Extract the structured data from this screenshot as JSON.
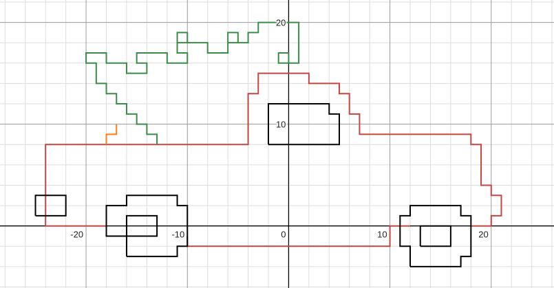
{
  "chart_data": {
    "type": "line",
    "title": "",
    "xlabel": "",
    "ylabel": "",
    "xlim": [
      -28.5,
      26.2
    ],
    "ylim": [
      -6.1,
      22.2
    ],
    "grid": true,
    "minor_grid_step": 2,
    "major_grid_step": 10,
    "x_ticks": [
      {
        "value": -20,
        "label": "-20"
      },
      {
        "value": -10,
        "label": "-10"
      },
      {
        "value": 0,
        "label": "0"
      },
      {
        "value": 10,
        "label": "10"
      },
      {
        "value": 20,
        "label": "20"
      }
    ],
    "y_ticks": [
      {
        "value": 10,
        "label": "10"
      },
      {
        "value": 20,
        "label": "20"
      }
    ],
    "colors": {
      "red": "#c74440",
      "black": "#000000",
      "green": "#388c46",
      "orange": "#fa7e19",
      "major_grid": "#9a9a9a",
      "minor_grid": "#dddddd",
      "axis": "#000000"
    },
    "series": [
      {
        "color": "red",
        "points": [
          [
            -22,
            0
          ],
          [
            -24,
            0
          ],
          [
            -24,
            1
          ],
          [
            -24,
            2
          ],
          [
            -24,
            3
          ],
          [
            -24,
            4
          ],
          [
            -24,
            5
          ],
          [
            -24,
            6
          ],
          [
            -24,
            7
          ],
          [
            -24,
            8
          ],
          [
            -4,
            8
          ],
          [
            -4,
            13
          ],
          [
            -3,
            13
          ],
          [
            -3,
            15
          ],
          [
            2,
            15
          ],
          [
            2,
            14
          ],
          [
            5,
            14
          ],
          [
            5,
            13
          ],
          [
            6,
            13
          ],
          [
            6,
            11
          ],
          [
            7,
            11
          ],
          [
            7,
            9
          ],
          [
            18,
            9
          ],
          [
            18,
            8
          ],
          [
            19,
            8
          ],
          [
            19,
            4
          ],
          [
            20,
            4
          ],
          [
            20,
            3
          ],
          [
            21,
            3
          ],
          [
            21,
            1
          ],
          [
            20,
            1
          ],
          [
            20,
            0
          ],
          [
            18,
            0
          ]
        ]
      },
      {
        "color": "red",
        "points": [
          [
            -18,
            0
          ],
          [
            -22,
            0
          ]
        ]
      },
      {
        "color": "red",
        "points": [
          [
            -10,
            -1
          ],
          [
            -10,
            -2
          ],
          [
            10,
            -2
          ],
          [
            10,
            0
          ],
          [
            12,
            0
          ]
        ]
      },
      {
        "color": "black",
        "points": [
          [
            -25,
            1
          ],
          [
            -22,
            1
          ],
          [
            -22,
            3
          ],
          [
            -25,
            3
          ],
          [
            -25,
            1
          ]
        ]
      },
      {
        "color": "black",
        "points": [
          [
            -16,
            -3
          ],
          [
            -11,
            -3
          ],
          [
            -11,
            -2
          ],
          [
            -10,
            -2
          ],
          [
            -10,
            2
          ],
          [
            -11,
            2
          ],
          [
            -11,
            3
          ],
          [
            -16,
            3
          ],
          [
            -16,
            2
          ],
          [
            -18,
            2
          ],
          [
            -18,
            -1
          ],
          [
            -16,
            -1
          ],
          [
            -16,
            -3
          ]
        ]
      },
      {
        "color": "black",
        "points": [
          [
            -16,
            -1
          ],
          [
            -13,
            -1
          ],
          [
            -13,
            1
          ],
          [
            -16,
            1
          ],
          [
            -16,
            -1
          ]
        ]
      },
      {
        "color": "black",
        "points": [
          [
            12,
            -4
          ],
          [
            17,
            -4
          ],
          [
            17,
            -3
          ],
          [
            18,
            -3
          ],
          [
            18,
            1
          ],
          [
            17,
            1
          ],
          [
            17,
            2
          ],
          [
            12,
            2
          ],
          [
            12,
            1
          ],
          [
            11,
            1
          ],
          [
            11,
            -2
          ],
          [
            12,
            -2
          ],
          [
            12,
            -4
          ]
        ]
      },
      {
        "color": "black",
        "points": [
          [
            13,
            -2
          ],
          [
            16,
            -2
          ],
          [
            16,
            0
          ],
          [
            13,
            0
          ],
          [
            13,
            -2
          ]
        ]
      },
      {
        "color": "black",
        "points": [
          [
            -2,
            8
          ],
          [
            5,
            8
          ],
          [
            5,
            11
          ],
          [
            4,
            11
          ],
          [
            4,
            12
          ],
          [
            -2,
            12
          ],
          [
            -2,
            8
          ]
        ]
      },
      {
        "color": "green",
        "points": [
          [
            -13,
            8
          ],
          [
            -13,
            9
          ],
          [
            -14,
            9
          ],
          [
            -14,
            10
          ],
          [
            -15,
            10
          ],
          [
            -15,
            11
          ],
          [
            -16,
            11
          ],
          [
            -16,
            12
          ],
          [
            -17,
            12
          ],
          [
            -17,
            13
          ],
          [
            -18,
            13
          ],
          [
            -18,
            14
          ],
          [
            -19,
            14
          ],
          [
            -19,
            16
          ],
          [
            -20,
            16
          ],
          [
            -20,
            17
          ],
          [
            -18,
            17
          ],
          [
            -18,
            16
          ],
          [
            -16,
            16
          ],
          [
            -16,
            15
          ],
          [
            -14,
            15
          ],
          [
            -14,
            16
          ],
          [
            -15,
            16
          ],
          [
            -15,
            17
          ],
          [
            -12,
            17
          ],
          [
            -12,
            16
          ],
          [
            -10,
            16
          ],
          [
            -10,
            17
          ],
          [
            -11,
            17
          ],
          [
            -11,
            18
          ],
          [
            -10,
            18
          ],
          [
            -10,
            19
          ],
          [
            -11,
            19
          ],
          [
            -11,
            18
          ],
          [
            -8,
            18
          ],
          [
            -8,
            17
          ],
          [
            -6,
            17
          ],
          [
            -6,
            18
          ],
          [
            -5,
            18
          ],
          [
            -5,
            19
          ],
          [
            -6,
            19
          ],
          [
            -6,
            18
          ],
          [
            -4,
            18
          ],
          [
            -4,
            19
          ],
          [
            -3,
            19
          ],
          [
            -3,
            20
          ],
          [
            1,
            20
          ],
          [
            1,
            16
          ],
          [
            -1,
            16
          ],
          [
            -1,
            17
          ],
          [
            0,
            17
          ],
          [
            0,
            16
          ]
        ]
      },
      {
        "color": "orange",
        "points": [
          [
            -18,
            8
          ],
          [
            -18,
            9
          ],
          [
            -17,
            9
          ],
          [
            -17,
            10
          ]
        ]
      }
    ]
  }
}
